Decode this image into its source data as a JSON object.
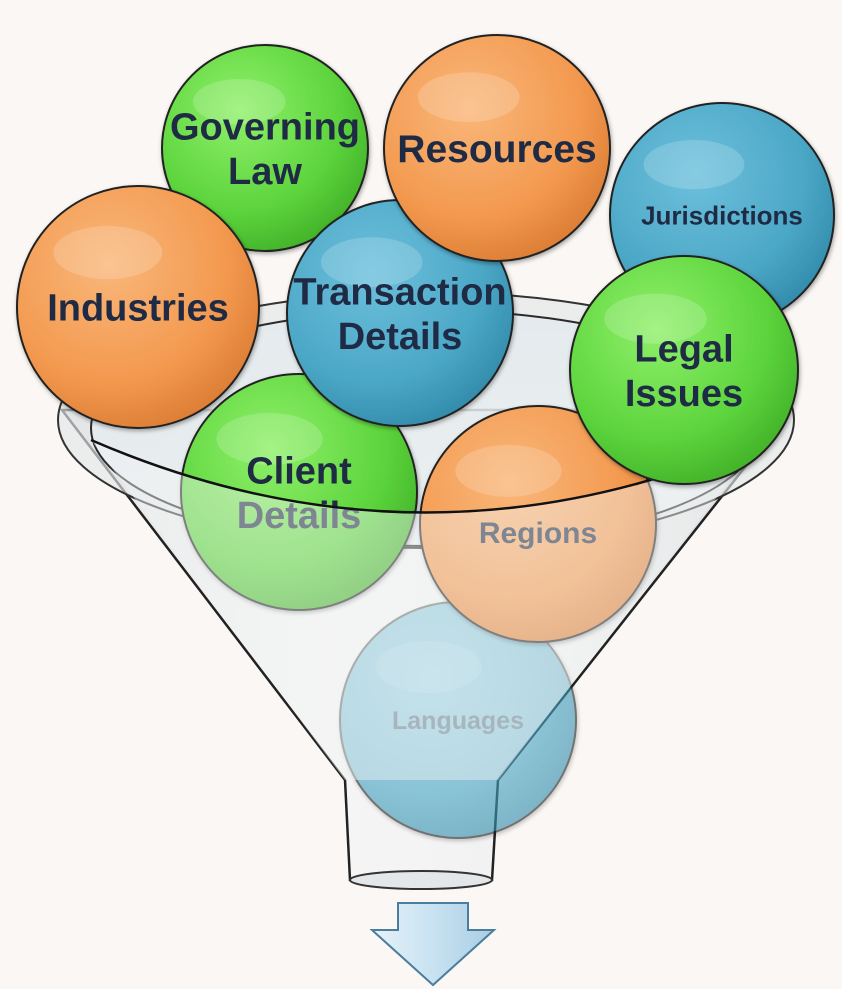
{
  "colors": {
    "green": "#66dd44",
    "orange": "#f3994f",
    "blue": "#4ba7c6",
    "label": "#1f2a44",
    "arrow_fill": "#cfe6f3",
    "arrow_stroke": "#4a7d9e"
  },
  "bubbles": [
    {
      "id": "governing-law",
      "lines": [
        "Governing",
        "Law"
      ],
      "color": "green",
      "level": "front"
    },
    {
      "id": "resources",
      "lines": [
        "Resources"
      ],
      "color": "orange",
      "level": "front"
    },
    {
      "id": "jurisdictions",
      "lines": [
        "Jurisdictions"
      ],
      "color": "blue",
      "level": "front"
    },
    {
      "id": "industries",
      "lines": [
        "Industries"
      ],
      "color": "orange",
      "level": "front"
    },
    {
      "id": "transaction-details",
      "lines": [
        "Transaction",
        "Details"
      ],
      "color": "blue",
      "level": "front"
    },
    {
      "id": "legal-issues",
      "lines": [
        "Legal",
        "Issues"
      ],
      "color": "green",
      "level": "front"
    },
    {
      "id": "client-details",
      "lines": [
        "Client",
        "Details"
      ],
      "color": "green",
      "level": "inside"
    },
    {
      "id": "regions",
      "lines": [
        "Regions"
      ],
      "color": "orange",
      "level": "inside"
    },
    {
      "id": "languages",
      "lines": [
        "Languages"
      ],
      "color": "blue",
      "level": "deep"
    }
  ],
  "output_arrow": {
    "icon": "down-arrow-icon"
  }
}
